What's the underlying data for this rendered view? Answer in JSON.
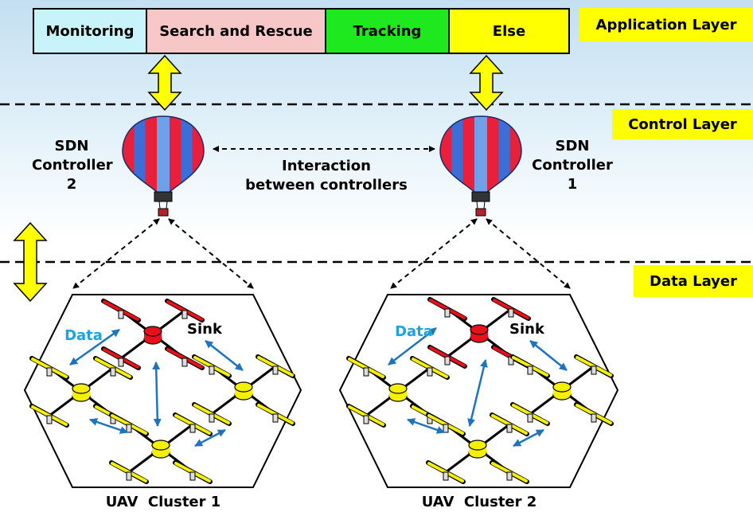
{
  "application_modules": [
    {
      "label": "Monitoring",
      "color": "#c9f3fb"
    },
    {
      "label": "Search and Rescue",
      "color": "#f7c7c7"
    },
    {
      "label": "Tracking",
      "color": "#1ee81e"
    },
    {
      "label": "Else",
      "color": "#ffff00"
    }
  ],
  "layers": {
    "application": "Application Layer",
    "control": "Control Layer",
    "data": "Data Layer"
  },
  "controllers": {
    "left": "SDN\nController\n2",
    "right": "SDN\nController\n1"
  },
  "interaction_label": "Interaction\nbetween controllers",
  "clusters": {
    "left": {
      "name": "UAV  Cluster 1",
      "data_label": "Data",
      "sink_label": "Sink"
    },
    "right": {
      "name": "UAV  Cluster 2",
      "data_label": "Data",
      "sink_label": "Sink"
    }
  },
  "colors": {
    "layer_label_bg": "#ffff00",
    "data_arrow": "#1e73be",
    "sink_drone": "#e8101a",
    "member_drone": "#f5f000",
    "balloon_red": "#e8203a",
    "balloon_blue": "#3a6fd8"
  }
}
